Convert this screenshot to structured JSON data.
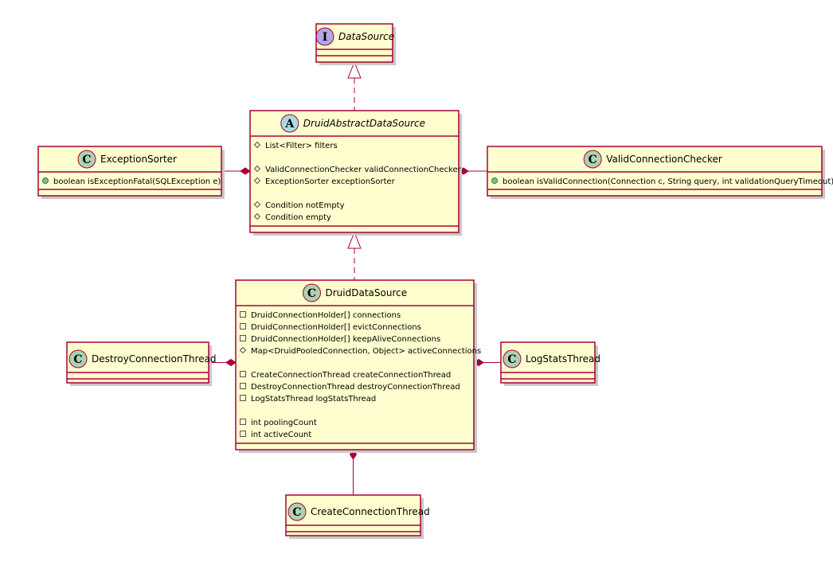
{
  "diagram": {
    "classes": [
      {
        "id": "datasource",
        "kind": "I",
        "name": "DataSource",
        "italic": true,
        "groups": []
      },
      {
        "id": "abstract",
        "kind": "A",
        "name": "DruidAbstractDataSource",
        "italic": true,
        "groups": [
          [
            {
              "vis": "#",
              "text": "List<Filter> filters"
            }
          ],
          [
            {
              "vis": "#",
              "text": "ValidConnectionChecker validConnectionChecker"
            },
            {
              "vis": "#",
              "text": "ExceptionSorter exceptionSorter"
            }
          ],
          [
            {
              "vis": "#",
              "text": "Condition notEmpty"
            },
            {
              "vis": "#",
              "text": "Condition empty"
            }
          ]
        ]
      },
      {
        "id": "exsorter",
        "kind": "C",
        "name": "ExceptionSorter",
        "italic": false,
        "groups": [
          [
            {
              "vis": "+",
              "text": "boolean isExceptionFatal(SQLException e)"
            }
          ]
        ]
      },
      {
        "id": "validchecker",
        "kind": "C",
        "name": "ValidConnectionChecker",
        "italic": false,
        "groups": [
          [
            {
              "vis": "+",
              "text": "boolean isValidConnection(Connection c, String query, int validationQueryTimeout)"
            }
          ]
        ]
      },
      {
        "id": "druid",
        "kind": "C",
        "name": "DruidDataSource",
        "italic": false,
        "groups": [
          [
            {
              "vis": "-",
              "text": "DruidConnectionHolder[] connections"
            },
            {
              "vis": "-",
              "text": "DruidConnectionHolder[] evictConnections"
            },
            {
              "vis": "-",
              "text": "DruidConnectionHolder[] keepAliveConnections"
            },
            {
              "vis": "#",
              "text": "Map<DruidPooledConnection, Object> activeConnections"
            }
          ],
          [
            {
              "vis": "-",
              "text": "CreateConnectionThread createConnectionThread"
            },
            {
              "vis": "-",
              "text": "DestroyConnectionThread destroyConnectionThread"
            },
            {
              "vis": "-",
              "text": "LogStatsThread logStatsThread"
            }
          ],
          [
            {
              "vis": "-",
              "text": "int poolingCount"
            },
            {
              "vis": "-",
              "text": "int activeCount"
            }
          ]
        ]
      },
      {
        "id": "destroy",
        "kind": "C",
        "name": "DestroyConnectionThread",
        "italic": false,
        "groups": []
      },
      {
        "id": "logstats",
        "kind": "C",
        "name": "LogStatsThread",
        "italic": false,
        "groups": []
      },
      {
        "id": "create",
        "kind": "C",
        "name": "CreateConnectionThread",
        "italic": false,
        "groups": []
      }
    ],
    "relations": [
      {
        "type": "realization",
        "from": "abstract",
        "to": "datasource"
      },
      {
        "type": "realization",
        "from": "druid",
        "to": "abstract"
      },
      {
        "type": "composition",
        "whole": "abstract",
        "part": "exsorter"
      },
      {
        "type": "composition",
        "whole": "abstract",
        "part": "validchecker"
      },
      {
        "type": "composition",
        "whole": "druid",
        "part": "destroy"
      },
      {
        "type": "composition",
        "whole": "druid",
        "part": "logstats"
      },
      {
        "type": "composition",
        "whole": "druid",
        "part": "create"
      }
    ],
    "colors": {
      "box_fill": "#FEFECE",
      "border": "#A80036",
      "circle_interface": "#B4A7E5",
      "circle_abstract": "#A9DCDF",
      "circle_class": "#ADD1B2",
      "public_marker": "#84BE84"
    }
  }
}
